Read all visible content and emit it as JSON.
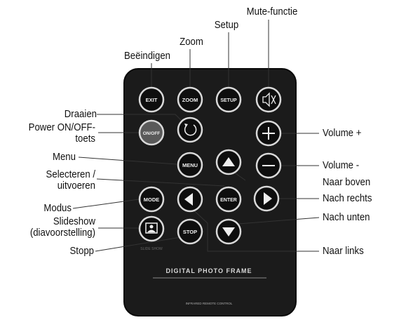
{
  "remote": {
    "title": "DIGITAL PHOTO FRAME",
    "subtitle": "INFRARED REMOTE CONTROL",
    "buttons": {
      "exit": "EXIT",
      "zoom": "ZOOM",
      "setup": "SETUP",
      "onoff": "ON/OFF",
      "menu": "MENU",
      "enter": "ENTER",
      "mode": "MODE",
      "stop": "STOP",
      "slideshow_caption": "SLIDE SHOW"
    }
  },
  "callouts": {
    "mute": "Mute-functie",
    "setup": "Setup",
    "zoom": "Zoom",
    "exit": "Beëindigen",
    "rotate": "Draaien",
    "power_line1": "Power ON/OFF-",
    "power_line2": "toets",
    "menu": "Menu",
    "select_line1": "Selecteren /",
    "select_line2": "uitvoeren",
    "mode": "Modus",
    "slideshow_line1": "Slideshow",
    "slideshow_line2": "(diavoorstelling)",
    "stop": "Stopp",
    "vol_up": "Volume +",
    "vol_down": "Volume -",
    "up": "Naar boven",
    "right": "Nach rechts",
    "down": "Nach unten",
    "left": "Naar links"
  },
  "colors": {
    "remote_body": "#1b1b1b",
    "button_fill": "#0e0e0e",
    "button_ring": "#d9d9d9",
    "power_fill": "#5a5a5a",
    "line": "#333333"
  }
}
